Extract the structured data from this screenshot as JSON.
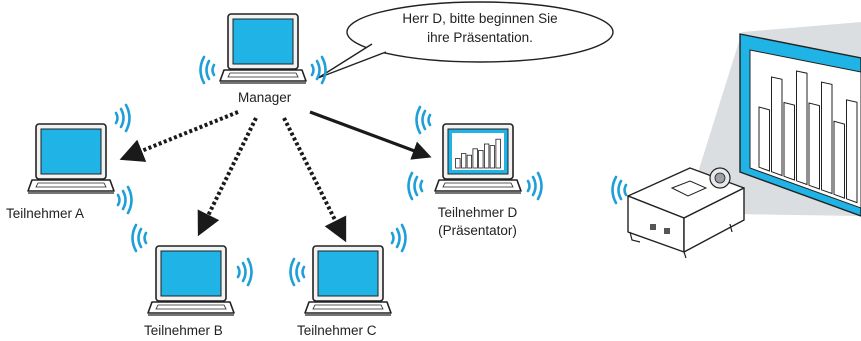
{
  "speech_bubble": {
    "line1": "Herr D, bitte beginnen Sie",
    "line2": "ihre Präsentation."
  },
  "labels": {
    "manager": "Manager",
    "participant_a": "Teilnehmer A",
    "participant_b": "Teilnehmer B",
    "participant_c": "Teilnehmer C",
    "participant_d": "Teilnehmer D",
    "presenter_note": "(Präsentator)"
  },
  "colors": {
    "screen": "#1fb3e6",
    "wireless": "#1f9fd8",
    "outline": "#222222",
    "arrow": "#1a1a1a",
    "projection_beam": "#d5d8dc",
    "projector_body": "#ffffff"
  },
  "icons": {
    "laptop": "laptop-icon",
    "projector": "projector-icon",
    "projection_screen": "projection-screen-icon",
    "wireless": "wireless-waves-icon"
  },
  "presenter_chart": {
    "bars": [
      0.3,
      0.45,
      0.4,
      0.6,
      0.55,
      0.75,
      0.7,
      0.9
    ]
  },
  "projected_chart": {
    "bars": [
      0.55,
      0.85,
      0.65,
      0.95,
      0.7,
      0.9,
      0.6,
      0.8
    ]
  }
}
